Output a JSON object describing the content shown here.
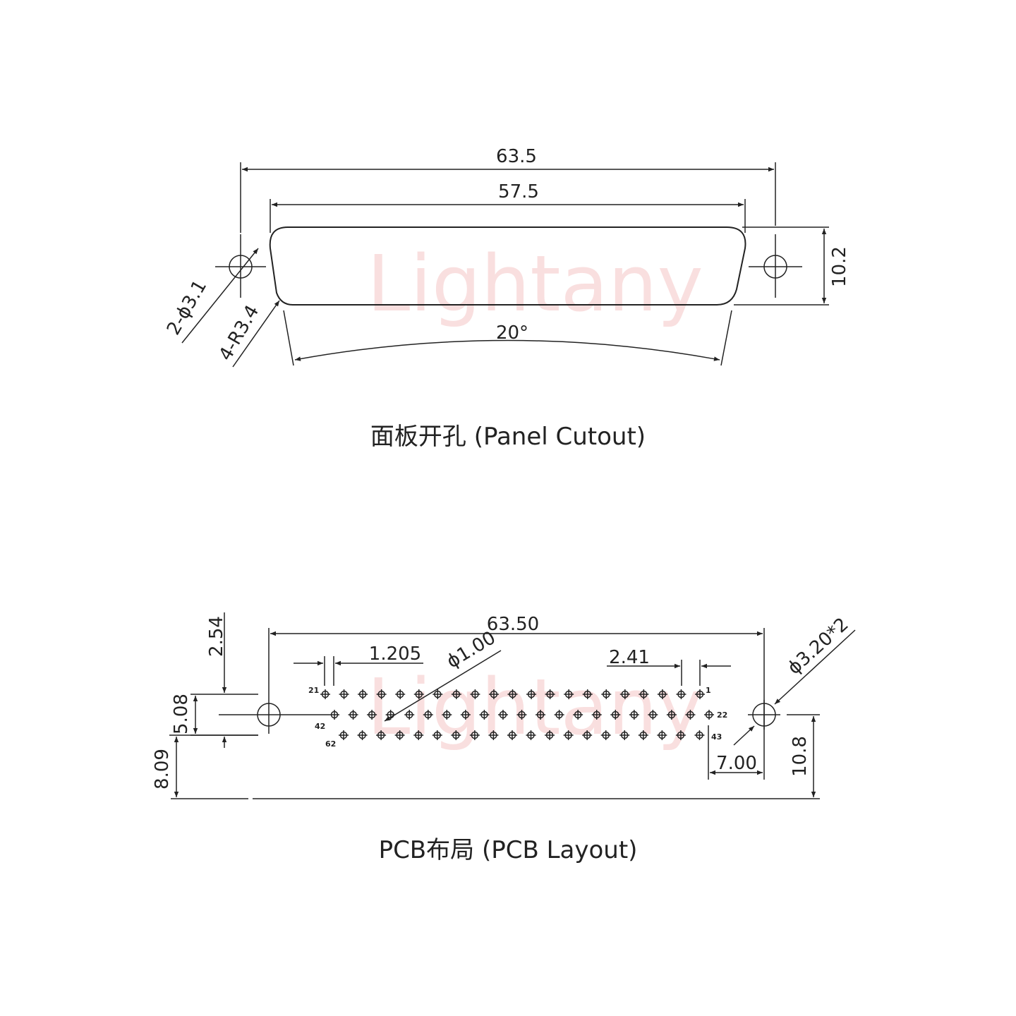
{
  "watermark": "Lightany",
  "panel": {
    "caption": "面板开孔 (Panel Cutout)",
    "dims": {
      "overall": "63.5",
      "inner": "57.5",
      "height": "10.2",
      "angle": "20°",
      "hole": "2-ϕ3.1",
      "radius": "4-R3.4"
    }
  },
  "pcb": {
    "caption": "PCB布局 (PCB Layout)",
    "dims": {
      "overall": "63.50",
      "pitch_half": "1.205",
      "pin_dia": "ϕ1.00",
      "pitch": "2.41",
      "mount_hole": "ϕ3.20*2",
      "row_pitch": "2.54",
      "rows_span": "5.08",
      "base_offset": "8.09",
      "edge_offset": "7.00",
      "height": "10.8"
    },
    "pin_labels": [
      "21",
      "1",
      "42",
      "22",
      "62",
      "43"
    ]
  },
  "colors": {
    "line": "#222222",
    "watermark": "#f6cfcf"
  }
}
